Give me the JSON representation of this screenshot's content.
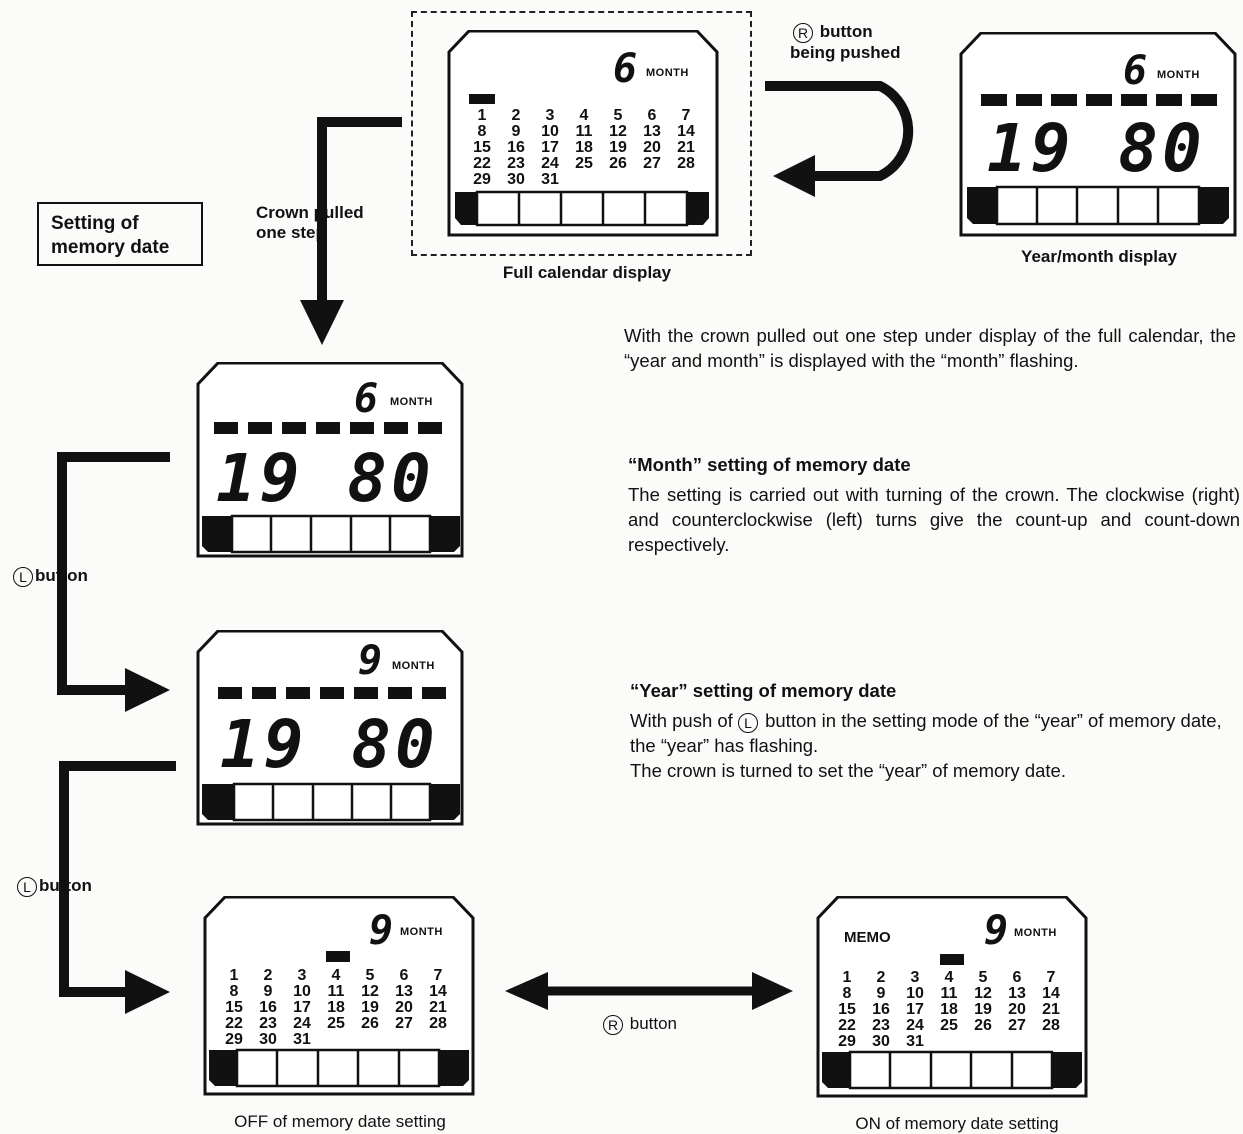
{
  "title_box": {
    "line1": "Setting of",
    "line2": "memory date"
  },
  "arrow_labels": {
    "crown": {
      "line1": "Crown pulled",
      "line2": "one step"
    },
    "r_top": {
      "letter": "R",
      "line1": "button",
      "line2": "being pushed"
    },
    "l_1": {
      "letter": "L",
      "text": "button"
    },
    "l_2": {
      "letter": "L",
      "text": "button"
    },
    "r_bottom": {
      "letter": "R",
      "text": "button"
    }
  },
  "captions": {
    "full_calendar": "Full calendar display",
    "year_month": "Year/month display",
    "off": "OFF of memory date setting",
    "on": "ON of memory date setting"
  },
  "watches": {
    "full_cal": {
      "month": "6",
      "month_label": "MONTH",
      "marker_day": "1"
    },
    "year_month": {
      "month": "6",
      "month_label": "MONTH",
      "year": "19 80"
    },
    "set_month": {
      "month": "6",
      "month_label": "MONTH",
      "year": "19 80"
    },
    "set_year": {
      "month": "9",
      "month_label": "MONTH",
      "year": "19 80"
    },
    "off": {
      "month": "9",
      "month_label": "MONTH",
      "marker_day": "4"
    },
    "on": {
      "month": "9",
      "month_label": "MONTH",
      "memo": "MEMO",
      "marker_day": "4"
    }
  },
  "calendar_rows": [
    [
      "1",
      "2",
      "3",
      "4",
      "5",
      "6",
      "7"
    ],
    [
      "8",
      "9",
      "10",
      "11",
      "12",
      "13",
      "14"
    ],
    [
      "15",
      "16",
      "17",
      "18",
      "19",
      "20",
      "21"
    ],
    [
      "22",
      "23",
      "24",
      "25",
      "26",
      "27",
      "28"
    ],
    [
      "29",
      "30",
      "31",
      "",
      "",
      "",
      ""
    ]
  ],
  "text": {
    "intro": "With the crown pulled out one step under display of the full calendar, the “year and month” is displayed with the “month” flashing.",
    "month_heading": "“Month” setting of memory date",
    "month_body": "The setting is carried out with turning of the crown. The clockwise (right) and counterclockwise (left) turns give the count-up and count-down respectively.",
    "year_heading": "“Year” setting of memory date",
    "year_body_pre": "With push of",
    "year_body_letter": "L",
    "year_body_post": "button in the setting mode of the “year” of memory date, the “year” has flashing.",
    "year_body_2": "The crown is turned to set the “year” of memory date."
  }
}
